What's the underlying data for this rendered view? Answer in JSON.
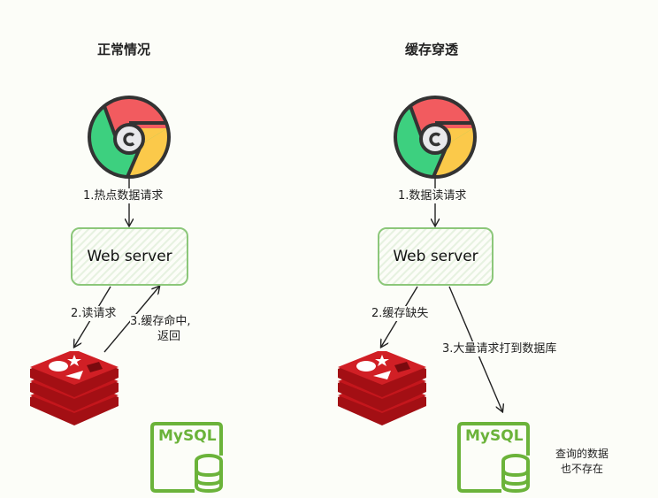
{
  "panels": [
    {
      "title": "正常情况",
      "server_label": "Web server",
      "step1": "1.热点数据请求",
      "step2": "2.读请求",
      "step3_line1": "3.缓存命中,",
      "step3_line2": "返回",
      "db_label": "MySQL"
    },
    {
      "title": "缓存穿透",
      "server_label": "Web server",
      "step1": "1.数据读请求",
      "step2": "2.缓存缺失",
      "step3": "3.大量请求打到数据库",
      "db_label": "MySQL",
      "note_line1": "查询的数据",
      "note_line2": "也不存在"
    }
  ],
  "colors": {
    "chrome_red": "#f25b5f",
    "chrome_yellow": "#fbc94a",
    "chrome_green": "#3dd07f",
    "redis_red": "#c4161c",
    "mysql_green": "#6bb33a",
    "server_border": "#8cc77a"
  }
}
